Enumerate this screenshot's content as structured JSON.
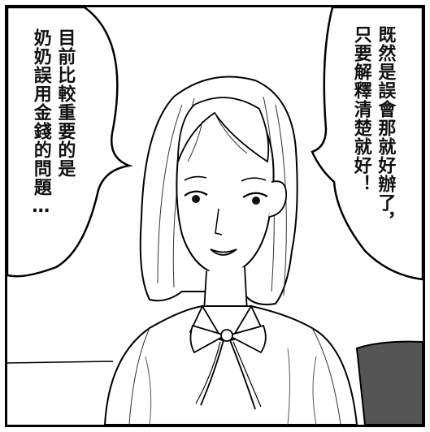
{
  "panel": {
    "left_bubble": {
      "lines": [
        "目前比較重要的是",
        "奶奶誤用金錢的問題…"
      ]
    },
    "right_bubble": {
      "lines": [
        "既然是誤會那就好辦了，",
        "只要解釋清楚就好！"
      ]
    }
  }
}
